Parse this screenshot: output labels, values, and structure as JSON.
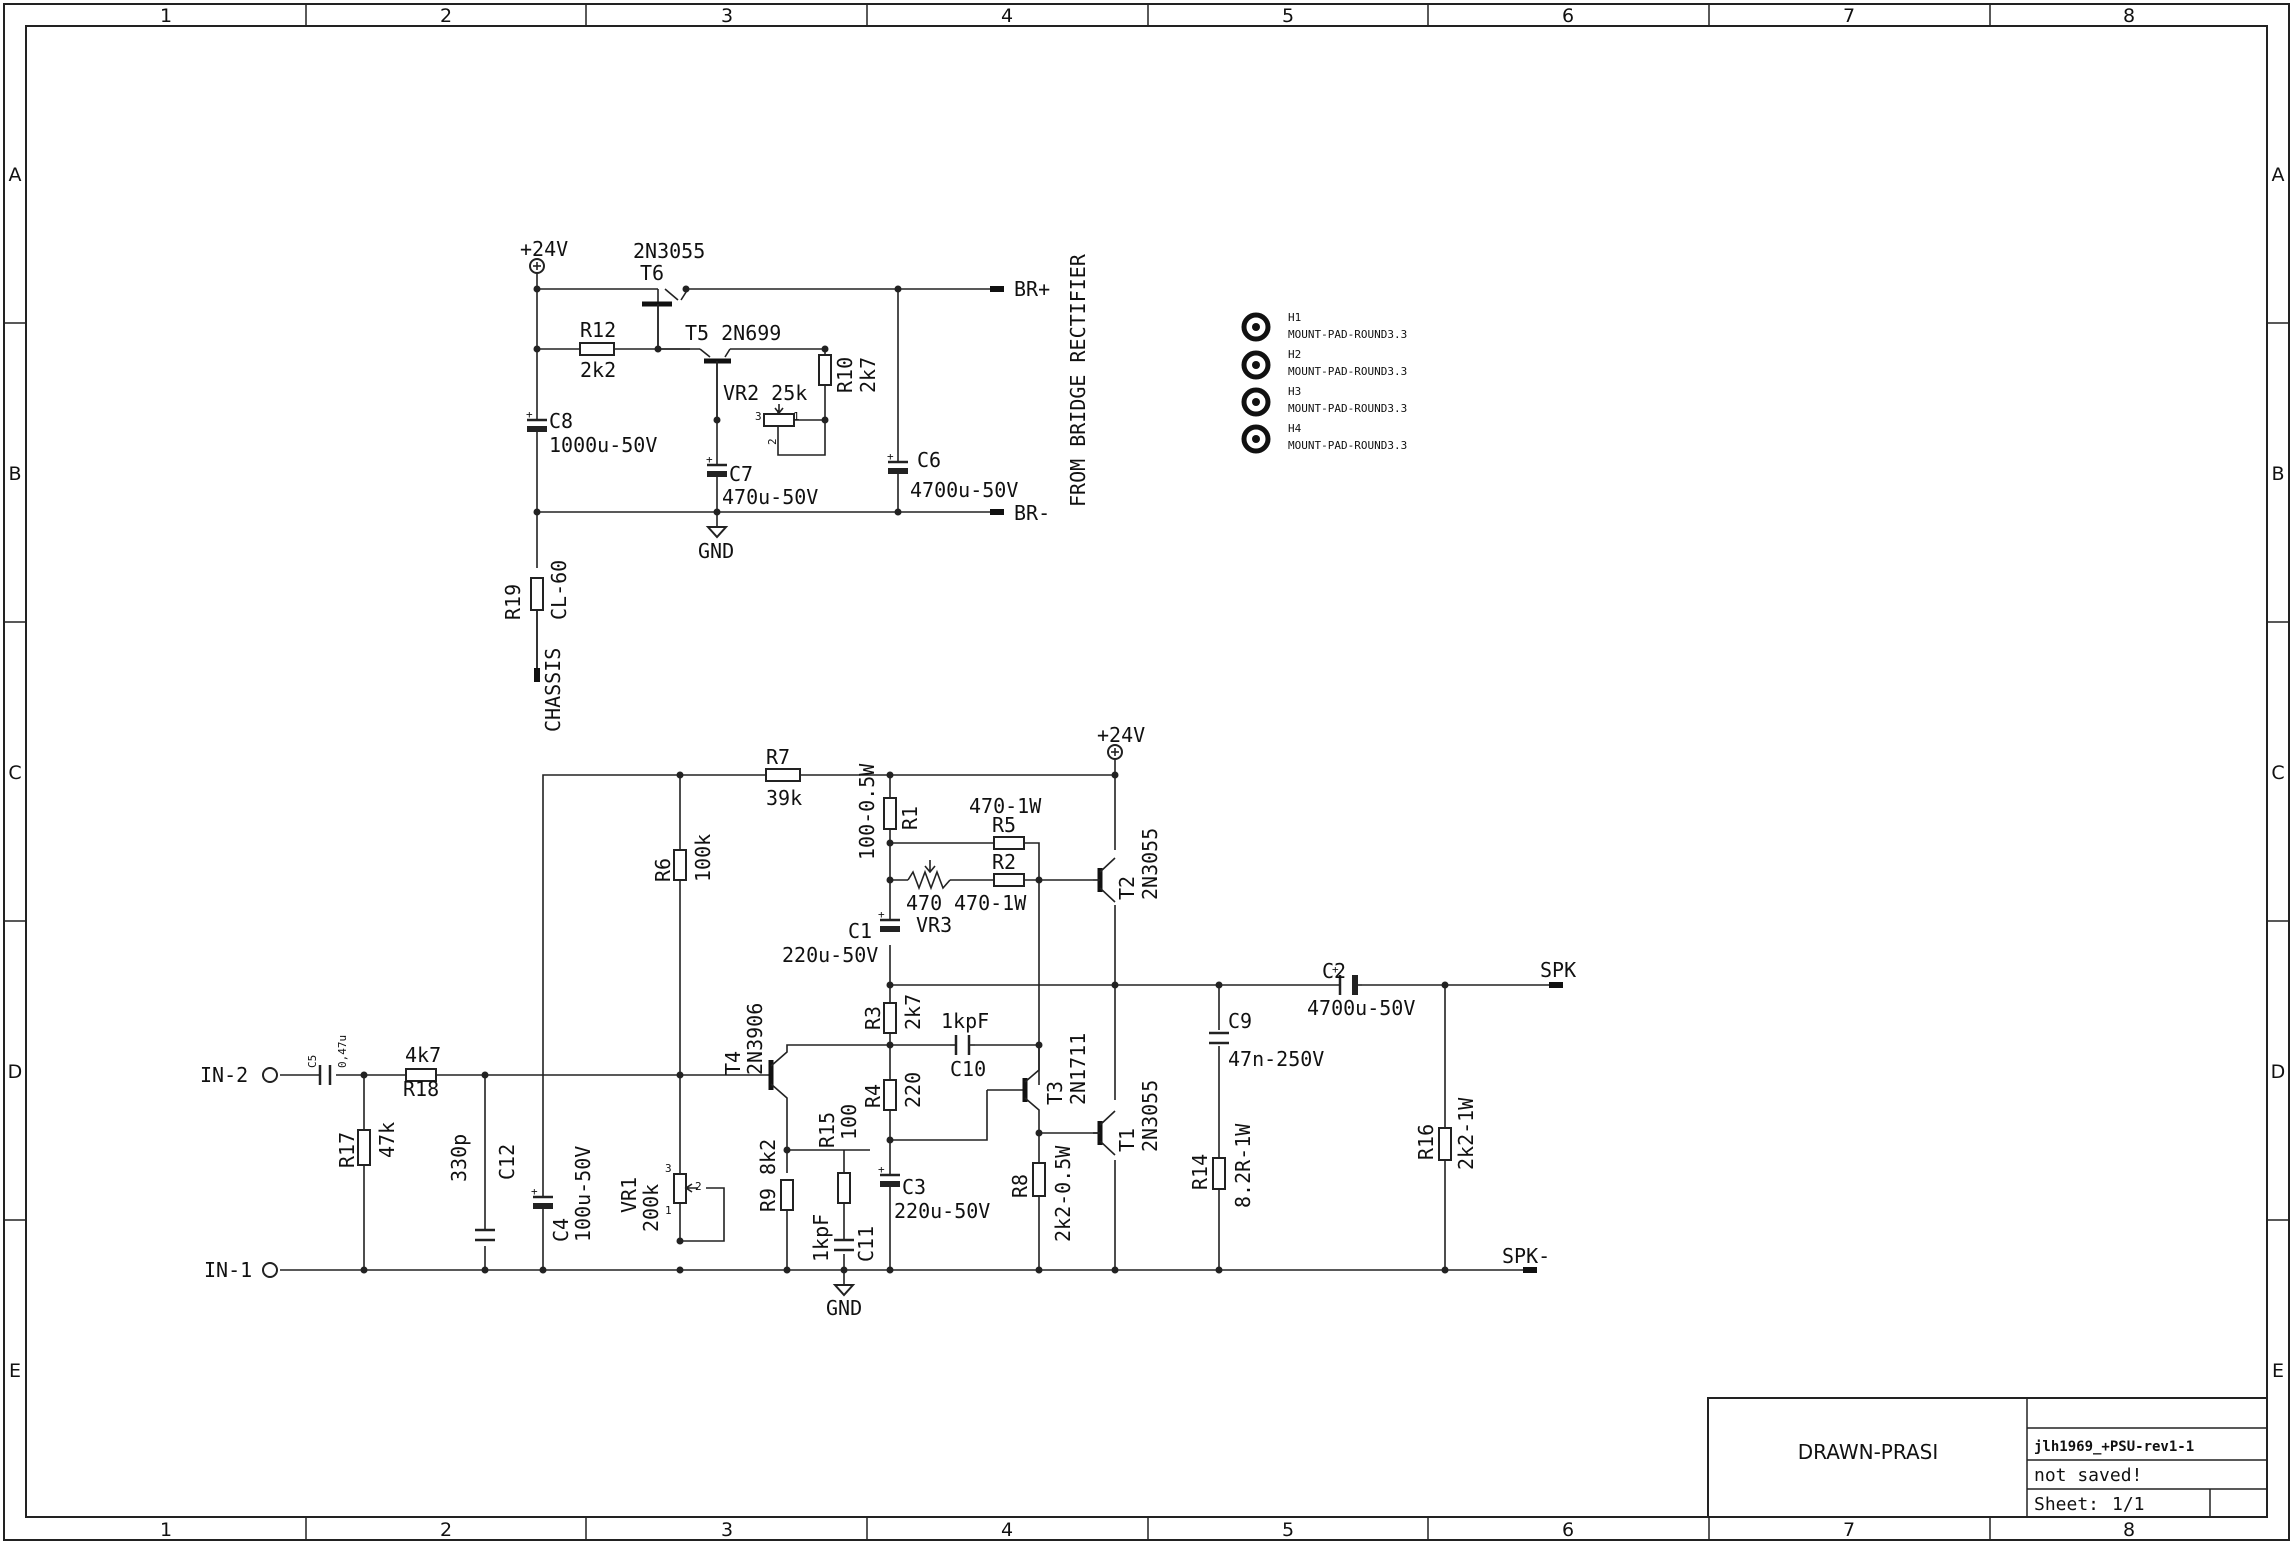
{
  "border": {
    "columns": [
      "1",
      "2",
      "3",
      "4",
      "5",
      "6",
      "7",
      "8"
    ],
    "rows": [
      "A",
      "B",
      "C",
      "D",
      "E"
    ]
  },
  "title_block": {
    "drawn": "DRAWN-PRASI",
    "file": "jlh1969_+PSU-rev1-1",
    "status": "not saved!",
    "sheet_label": "Sheet:",
    "sheet_value": "1/1"
  },
  "psu": {
    "vplus": "+24V",
    "t6_type": "2N3055",
    "t6_ref": "T6",
    "r12_ref": "R12",
    "r12_val": "2k2",
    "t5_label": "T5 2N699",
    "vr2_label": "VR2 25k",
    "r10_ref": "R10",
    "r10_val": "2k7",
    "c8_ref": "C8",
    "c8_val": "1000u-50V",
    "c7_ref": "C7",
    "c7_val": "470u-50V",
    "c6_ref": "C6",
    "c6_val": "4700u-50V",
    "gnd": "GND",
    "br_plus": "BR+",
    "br_minus": "BR-",
    "from_bridge": "FROM BRIDGE RECTIFIER",
    "r19_ref": "R19",
    "r19_val": "CL-60",
    "chassis": "CHASSIS",
    "pin1": "1",
    "pin2": "2",
    "pin3": "3"
  },
  "mounting": [
    {
      "ref": "H1",
      "val": "MOUNT-PAD-ROUND3.3"
    },
    {
      "ref": "H2",
      "val": "MOUNT-PAD-ROUND3.3"
    },
    {
      "ref": "H3",
      "val": "MOUNT-PAD-ROUND3.3"
    },
    {
      "ref": "H4",
      "val": "MOUNT-PAD-ROUND3.3"
    }
  ],
  "amp": {
    "vplus": "+24V",
    "r7_ref": "R7",
    "r7_val": "39k",
    "r6_ref": "R6",
    "r6_val": "100k",
    "r1_ref": "R1",
    "r1_val": "100-0.5W",
    "r5_ref": "R5",
    "r5_val": "470-1W",
    "r2_ref": "R2",
    "r2_val": "470-1W",
    "vr3_ref": "VR3",
    "vr3_val": "470",
    "t2_ref": "T2",
    "t2_val": "2N3055",
    "c1_ref": "C1",
    "c1_val": "220u-50V",
    "c2_ref": "C2",
    "c2_val": "4700u-50V",
    "spk": "SPK",
    "spk_minus": "SPK-",
    "r3_ref": "R3",
    "r3_val": "2k7",
    "c10_ref": "C10",
    "c10_val": "1kpF",
    "c9_ref": "C9",
    "c9_val": "47n-250V",
    "t4_ref": "T4",
    "t4_val": "2N3906",
    "t3_ref": "T3",
    "t3_val": "2N1711",
    "t1_ref": "T1",
    "t1_val": "2N3055",
    "r4_ref": "R4",
    "r4_val": "220",
    "r15_ref": "R15",
    "r15_val": "100",
    "c3_ref": "C3",
    "c3_val": "220u-50V",
    "r8_ref": "R8",
    "r8_val": "2k2-0.5W",
    "r14_ref": "R14",
    "r14_val": "8.2R-1W",
    "r16_ref": "R16",
    "r16_val": "2k2-1W",
    "in2": "IN-2",
    "in1": "IN-1",
    "c5_ref": "C5",
    "c5_val": "0,47u",
    "r18_ref": "R18",
    "r18_val": "4k7",
    "r17_ref": "R17",
    "r17_val": "47k",
    "c12_ref": "C12",
    "c12_val": "330p",
    "c4_ref": "C4",
    "c4_val": "100u-50V",
    "vr1_ref": "VR1",
    "vr1_val": "200k",
    "r9_ref": "R9",
    "r9_val": "8k2",
    "c11_ref": "C11",
    "c11_val": "1kpF",
    "gnd": "GND",
    "pin1": "1",
    "pin2": "2",
    "pin3": "3"
  }
}
